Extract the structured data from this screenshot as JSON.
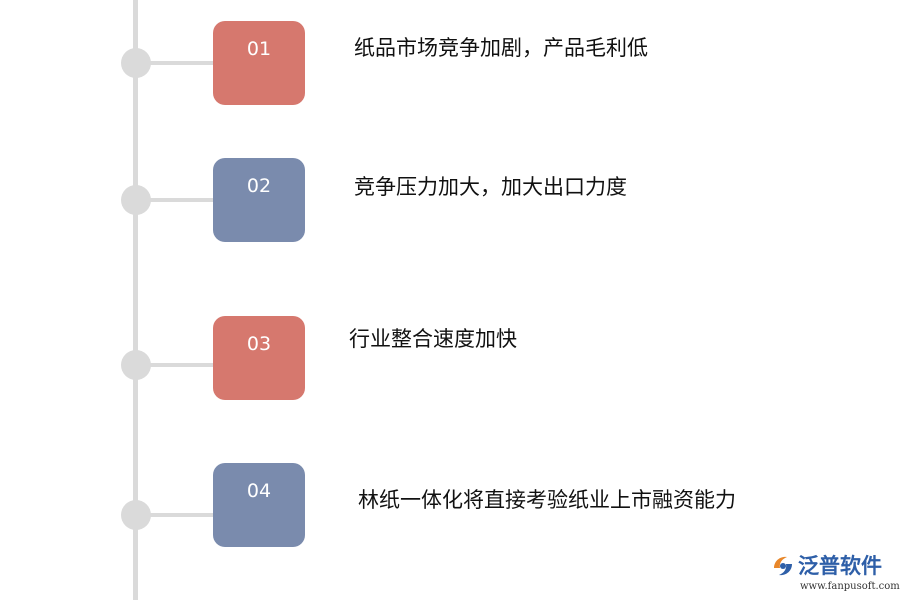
{
  "items": [
    {
      "number": "01",
      "text": "纸品市场竞争加剧，产品毛利低",
      "color": "#d6786e"
    },
    {
      "number": "02",
      "text": "竞争压力加大，加大出口力度",
      "color": "#7a8bad"
    },
    {
      "number": "03",
      "text": "行业整合速度加快",
      "color": "#d6786e"
    },
    {
      "number": "04",
      "text": "林纸一体化将直接考验纸业上市融资能力",
      "color": "#7a8bad"
    }
  ],
  "logo": {
    "name": "泛普软件",
    "url": "www.fanpusoft.com",
    "icon": "fanpu-logo-icon",
    "colors": {
      "brand_blue": "#2e5fa8",
      "brand_orange": "#e8872a"
    }
  }
}
